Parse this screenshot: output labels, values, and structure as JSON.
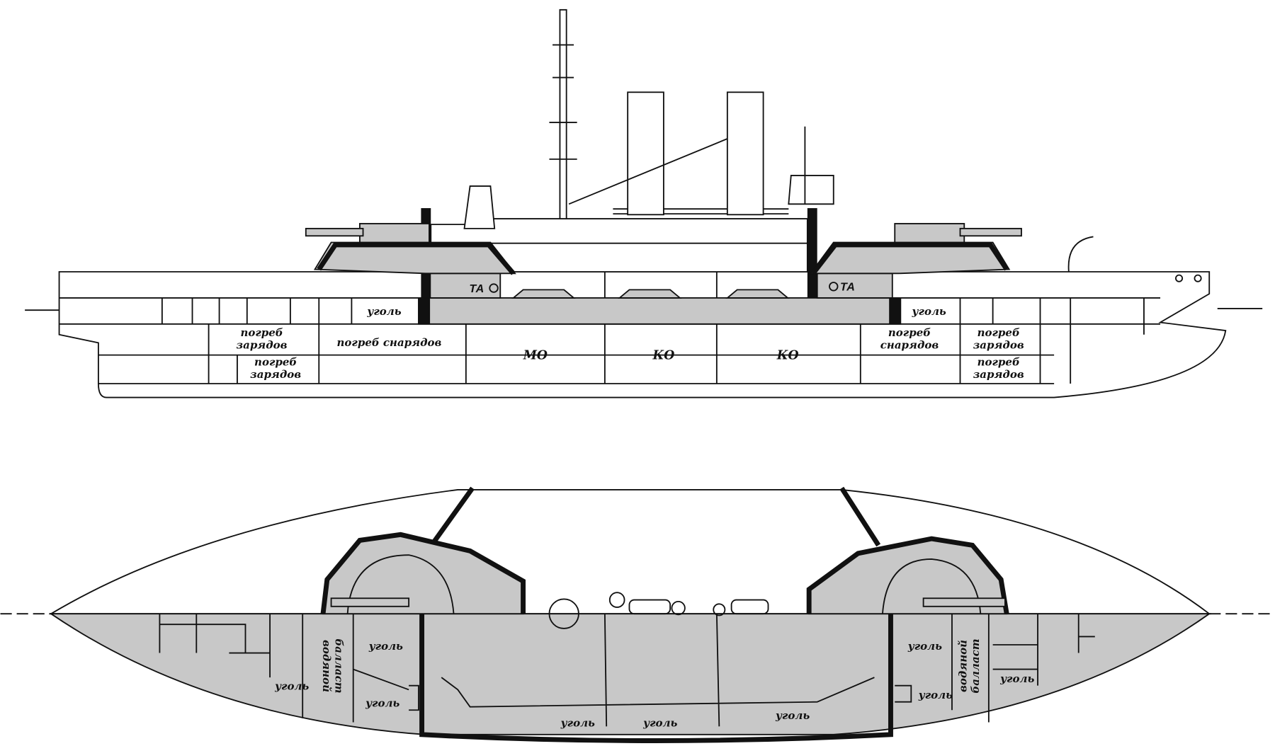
{
  "profile": {
    "labels": {
      "ta_aft": "ТА",
      "ta_fwd": "ТА",
      "coal_aft": "уголь",
      "coal_fwd": "уголь",
      "charges_aft_1": [
        "погреб",
        "зарядов"
      ],
      "charges_aft_2": [
        "погреб",
        "зарядов"
      ],
      "shells_aft": "погреб снарядов",
      "engine_room": "МО",
      "boiler_room_1": "КО",
      "boiler_room_2": "КО",
      "shells_fwd": [
        "погреб",
        "снарядов"
      ],
      "charges_fwd_1": [
        "погреб",
        "зарядов"
      ],
      "charges_fwd_2": [
        "погреб",
        "зарядов"
      ]
    }
  },
  "plan": {
    "labels": {
      "ballast_aft": [
        "водяной",
        "балласт"
      ],
      "ballast_fwd": [
        "водяной",
        "балласт"
      ],
      "coal_1": "уголь",
      "coal_2": "уголь",
      "coal_3": "уголь",
      "coal_4": "уголь",
      "coal_5": "уголь",
      "coal_6": "уголь",
      "coal_7": "уголь",
      "coal_8": "уголь",
      "coal_9": "уголь"
    }
  },
  "colors": {
    "armor_fill": "#c8c8c8",
    "line": "#111111"
  }
}
